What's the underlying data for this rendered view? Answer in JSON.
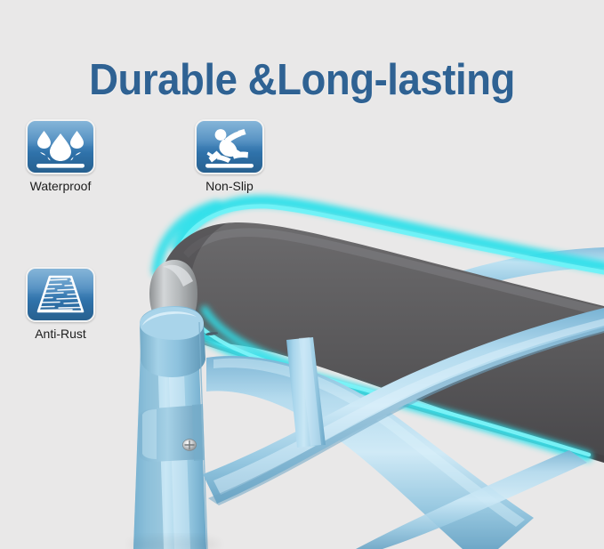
{
  "page": {
    "background_color": "#e9e8e8",
    "headline": "Durable &Long-lasting",
    "headline_color": "#2f6293"
  },
  "badges": [
    {
      "id": "waterproof",
      "label": "Waterproof",
      "icon": "water-drops-icon",
      "tile_gradient_top": "#63a0cd",
      "tile_gradient_bottom": "#27608f"
    },
    {
      "id": "nonslip",
      "label": "Non-Slip",
      "icon": "slip-and-fall-icon",
      "tile_gradient_top": "#63a0cd",
      "tile_gradient_bottom": "#27608f"
    },
    {
      "id": "antirust",
      "label": "Anti-Rust",
      "icon": "brushed-metal-plate-icon",
      "tile_gradient_top": "#63a0cd",
      "tile_gradient_bottom": "#27608f"
    }
  ],
  "product": {
    "name": "walker-grab-bar-frame",
    "handle_color": "#59585a",
    "handle_color_dark": "#4b4a4c",
    "frame_color": "#9ecfe8",
    "frame_color_light": "#c6e4f3",
    "frame_color_dark": "#76b2d0",
    "metal_color": "#c3c7c9",
    "glow_color": "#2de0ea",
    "screw_color": "#d8dadc"
  }
}
